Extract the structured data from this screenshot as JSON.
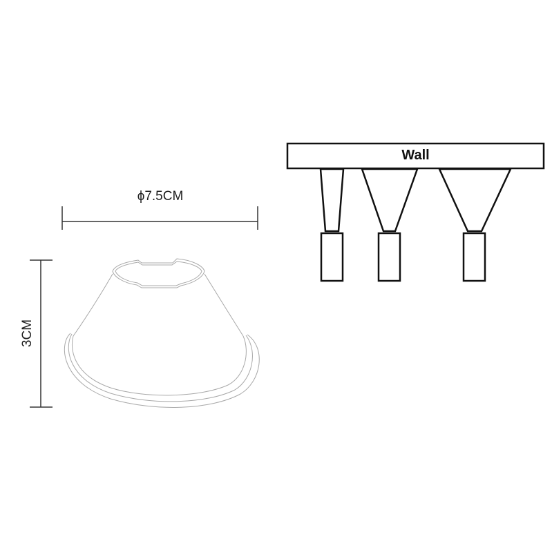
{
  "dimensions": {
    "width_label": "ϕ7.5CM",
    "height_label": "3CM"
  },
  "product": {
    "name": "lamp-shade"
  },
  "mounting_diagram": {
    "wall_label": "Wall",
    "shade_variants": [
      {
        "name": "narrow-shade"
      },
      {
        "name": "medium-shade"
      },
      {
        "name": "wide-shade"
      }
    ]
  },
  "colors": {
    "outline_dark": "#111111",
    "outline_light": "#a8a8a8",
    "dimension_line": "#333333",
    "background": "#ffffff"
  }
}
